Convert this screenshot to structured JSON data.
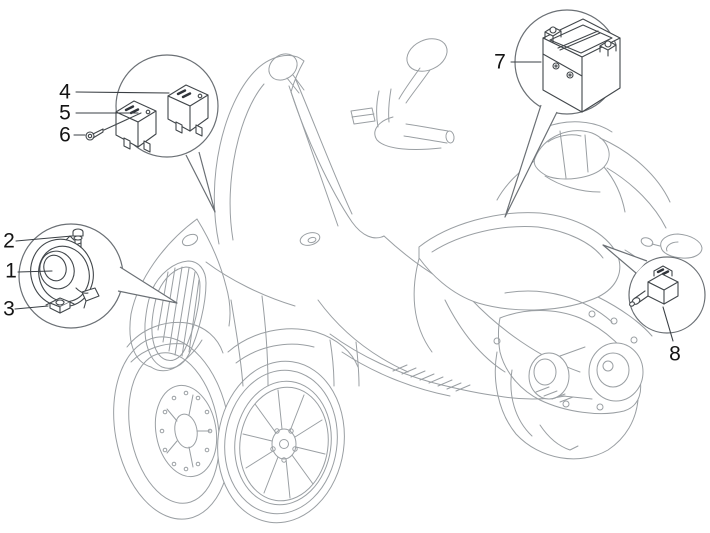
{
  "colors": {
    "background": "#ffffff",
    "sketch_line": "#9a9fa3",
    "balloon_line": "#6b7075",
    "part_line": "#42474b",
    "label_text": "#141414"
  },
  "callouts": [
    {
      "label": "1"
    },
    {
      "label": "2"
    },
    {
      "label": "3"
    },
    {
      "label": "4"
    },
    {
      "label": "5"
    },
    {
      "label": "6"
    },
    {
      "label": "7"
    },
    {
      "label": "8"
    }
  ],
  "balloons": [
    {
      "part_icon": "horn-illustration",
      "callout_labels": [
        "1",
        "2",
        "3"
      ]
    },
    {
      "part_icon": "relays-illustration",
      "callout_labels": [
        "4",
        "5",
        "6"
      ]
    },
    {
      "part_icon": "battery-illustration",
      "callout_labels": [
        "7"
      ]
    },
    {
      "part_icon": "switch-illustration",
      "callout_labels": [
        "8"
      ]
    }
  ]
}
